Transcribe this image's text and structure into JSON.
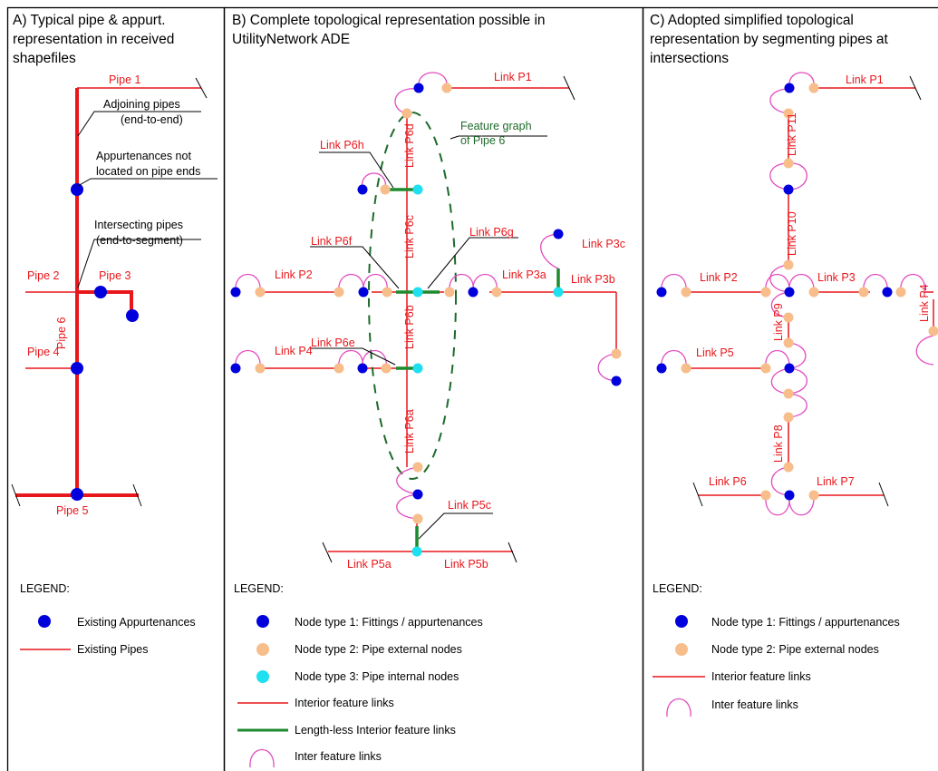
{
  "colors": {
    "pipe": "#e8171c",
    "inter_link": "#e24bc0",
    "lengthless": "#1e8a2e",
    "node_type1": "#0000dd",
    "node_type2": "#f7bd8b",
    "node_type3": "#1ee0f0",
    "feature_graph": "#1e6b2a"
  },
  "panel_a": {
    "title_line1": "A) Typical pipe & appurt.",
    "title_line2": "representation in received",
    "title_line3": "shapefiles",
    "labels": {
      "pipe1": "Pipe 1",
      "pipe2": "Pipe 2",
      "pipe3": "Pipe 3",
      "pipe4": "Pipe 4",
      "pipe5": "Pipe 5",
      "pipe6": "Pipe 6",
      "adjoining_1": "Adjoining pipes",
      "adjoining_2": "(end-to-end)",
      "appurt_1": "Appurtenances not",
      "appurt_2": "located on pipe ends",
      "intersecting_1": "Intersecting pipes",
      "intersecting_2": "(end-to-segment)"
    },
    "legend": {
      "heading": "LEGEND:",
      "items": [
        "Existing Appurtenances",
        "Existing Pipes"
      ]
    }
  },
  "panel_b": {
    "title_line1": "B) Complete topological representation possible in",
    "title_line2": "UtilityNetwork ADE",
    "labels": {
      "p1": "Link P1",
      "p2": "Link P2",
      "p3a": "Link P3a",
      "p3b": "Link P3b",
      "p3c": "Link P3c",
      "p4": "Link P4",
      "p5a": "Link P5a",
      "p5b": "Link P5b",
      "p5c": "Link P5c",
      "p6a": "Link P6a",
      "p6b": "Link P6b",
      "p6c": "Link P6c",
      "p6d": "Link P6d",
      "p6e": "Link P6e",
      "p6f": "Link P6f",
      "p6g": "Link P6g",
      "p6h": "Link P6h",
      "fg_1": "Feature graph",
      "fg_2": "of Pipe 6"
    },
    "legend": {
      "heading": "LEGEND:",
      "items": [
        "Node type 1: Fittings / appurtenances",
        "Node type 2: Pipe external nodes",
        "Node type 3: Pipe internal nodes",
        "Interior feature links",
        "Length-less Interior feature links",
        "Inter feature links"
      ]
    }
  },
  "panel_c": {
    "title_line1": "C) Adopted simplified topological",
    "title_line2": "representation by segmenting pipes at",
    "title_line3": "intersections",
    "labels": {
      "p1": "Link P1",
      "p2": "Link P2",
      "p3": "Link P3",
      "p4": "Link P4",
      "p5": "Link P5",
      "p6": "Link P6",
      "p7": "Link P7",
      "p8": "Link P8",
      "p9": "Link P9",
      "p10": "Link P10",
      "p11": "Link P11"
    },
    "legend": {
      "heading": "LEGEND:",
      "items": [
        "Node type 1: Fittings / appurtenances",
        "Node type 2: Pipe external nodes",
        "Interior feature links",
        "Inter feature links"
      ]
    }
  }
}
